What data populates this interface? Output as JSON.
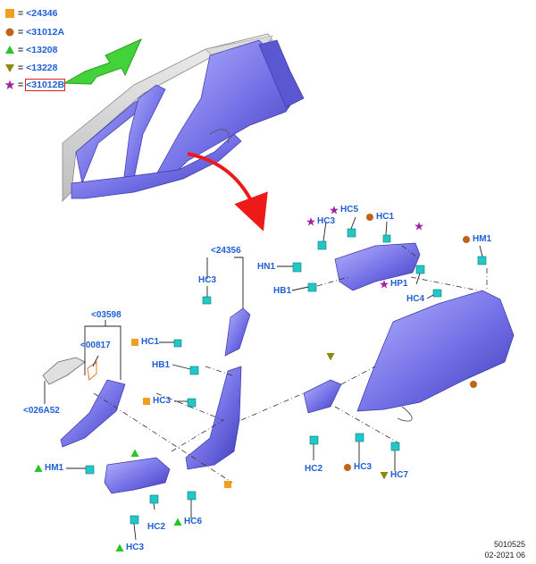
{
  "legend": [
    {
      "symbol": "square-orange",
      "color": "#f0a020",
      "code": "<24346"
    },
    {
      "symbol": "circle-brown",
      "color": "#c0641a",
      "code": "<31012A"
    },
    {
      "symbol": "triangle-green",
      "color": "#28c428",
      "code": "<13208"
    },
    {
      "symbol": "triangle-down-olive",
      "color": "#8a8a10",
      "code": "<13228"
    },
    {
      "symbol": "star-purple",
      "color": "#a020a0",
      "code": "<31012B",
      "highlighted": true
    }
  ],
  "labels": {
    "l24356": "<24356",
    "hc3_pillar": "HC3",
    "hn1": "HN1",
    "hb1_upper": "HB1",
    "hc3_star": "HC3",
    "hc5": "HC5",
    "hc1_upper": "HC1",
    "hm1_right": "HM1",
    "hp1": "HP1",
    "hc4": "HC4",
    "l03598": "<03598",
    "l00817": "<00817",
    "l026a52": "<026A52",
    "hc1_left": "HC1",
    "hb1_left": "HB1",
    "hc3_left": "HC3",
    "hm1_left": "HM1",
    "hc2_left": "HC2",
    "hc6": "HC6",
    "hc3_bottom": "HC3",
    "hc2_mid": "HC2",
    "hc3_mid": "HC3",
    "hc7": "HC7"
  },
  "footer": {
    "ref_number": "5010525",
    "date": "02-2021 06"
  },
  "colors": {
    "part_fill": "#7a78e8",
    "part_shade": "#4b46c8",
    "clip": "#22c8c8",
    "label_text": "#1f5fd6",
    "arrow_green": "#44d23a",
    "arrow_red": "#ee1a1a"
  }
}
